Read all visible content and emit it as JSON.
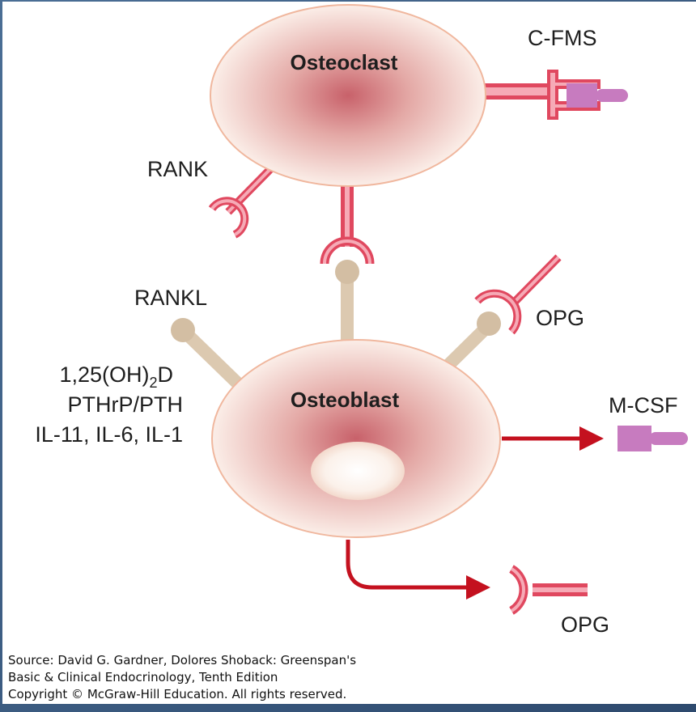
{
  "cells": {
    "osteoclast": "Osteoclast",
    "osteoblast": "Osteoblast"
  },
  "labels": {
    "cfms": "C-FMS",
    "rank": "RANK",
    "rankl": "RANKL",
    "opg_top": "OPG",
    "opg_bottom": "OPG",
    "mcsf": "M-CSF"
  },
  "factors": {
    "line1_main": "1,25(OH)",
    "line1_sub": "2",
    "line1_end": "D",
    "line2": "PTHrP/PTH",
    "line3": "IL-11, IL-6, IL-1"
  },
  "source": {
    "line1": "Source: David G. Gardner, Dolores Shoback: Greenspan's",
    "line2": "Basic & Clinical Endocrinology, Tenth Edition",
    "line3": "Copyright © McGraw-Hill Education. All rights reserved."
  },
  "colors": {
    "receptor_red": "#e0485f",
    "receptor_pink": "#f6aab6",
    "ligand_tan": "#dcc9b0",
    "ligand_tan_dark": "#d3bea3",
    "mcsf_purple": "#c77bbf",
    "arrow_red": "#c4111f",
    "cell_edge": "#f0b79e",
    "frame_blue": "#3f5f85"
  }
}
